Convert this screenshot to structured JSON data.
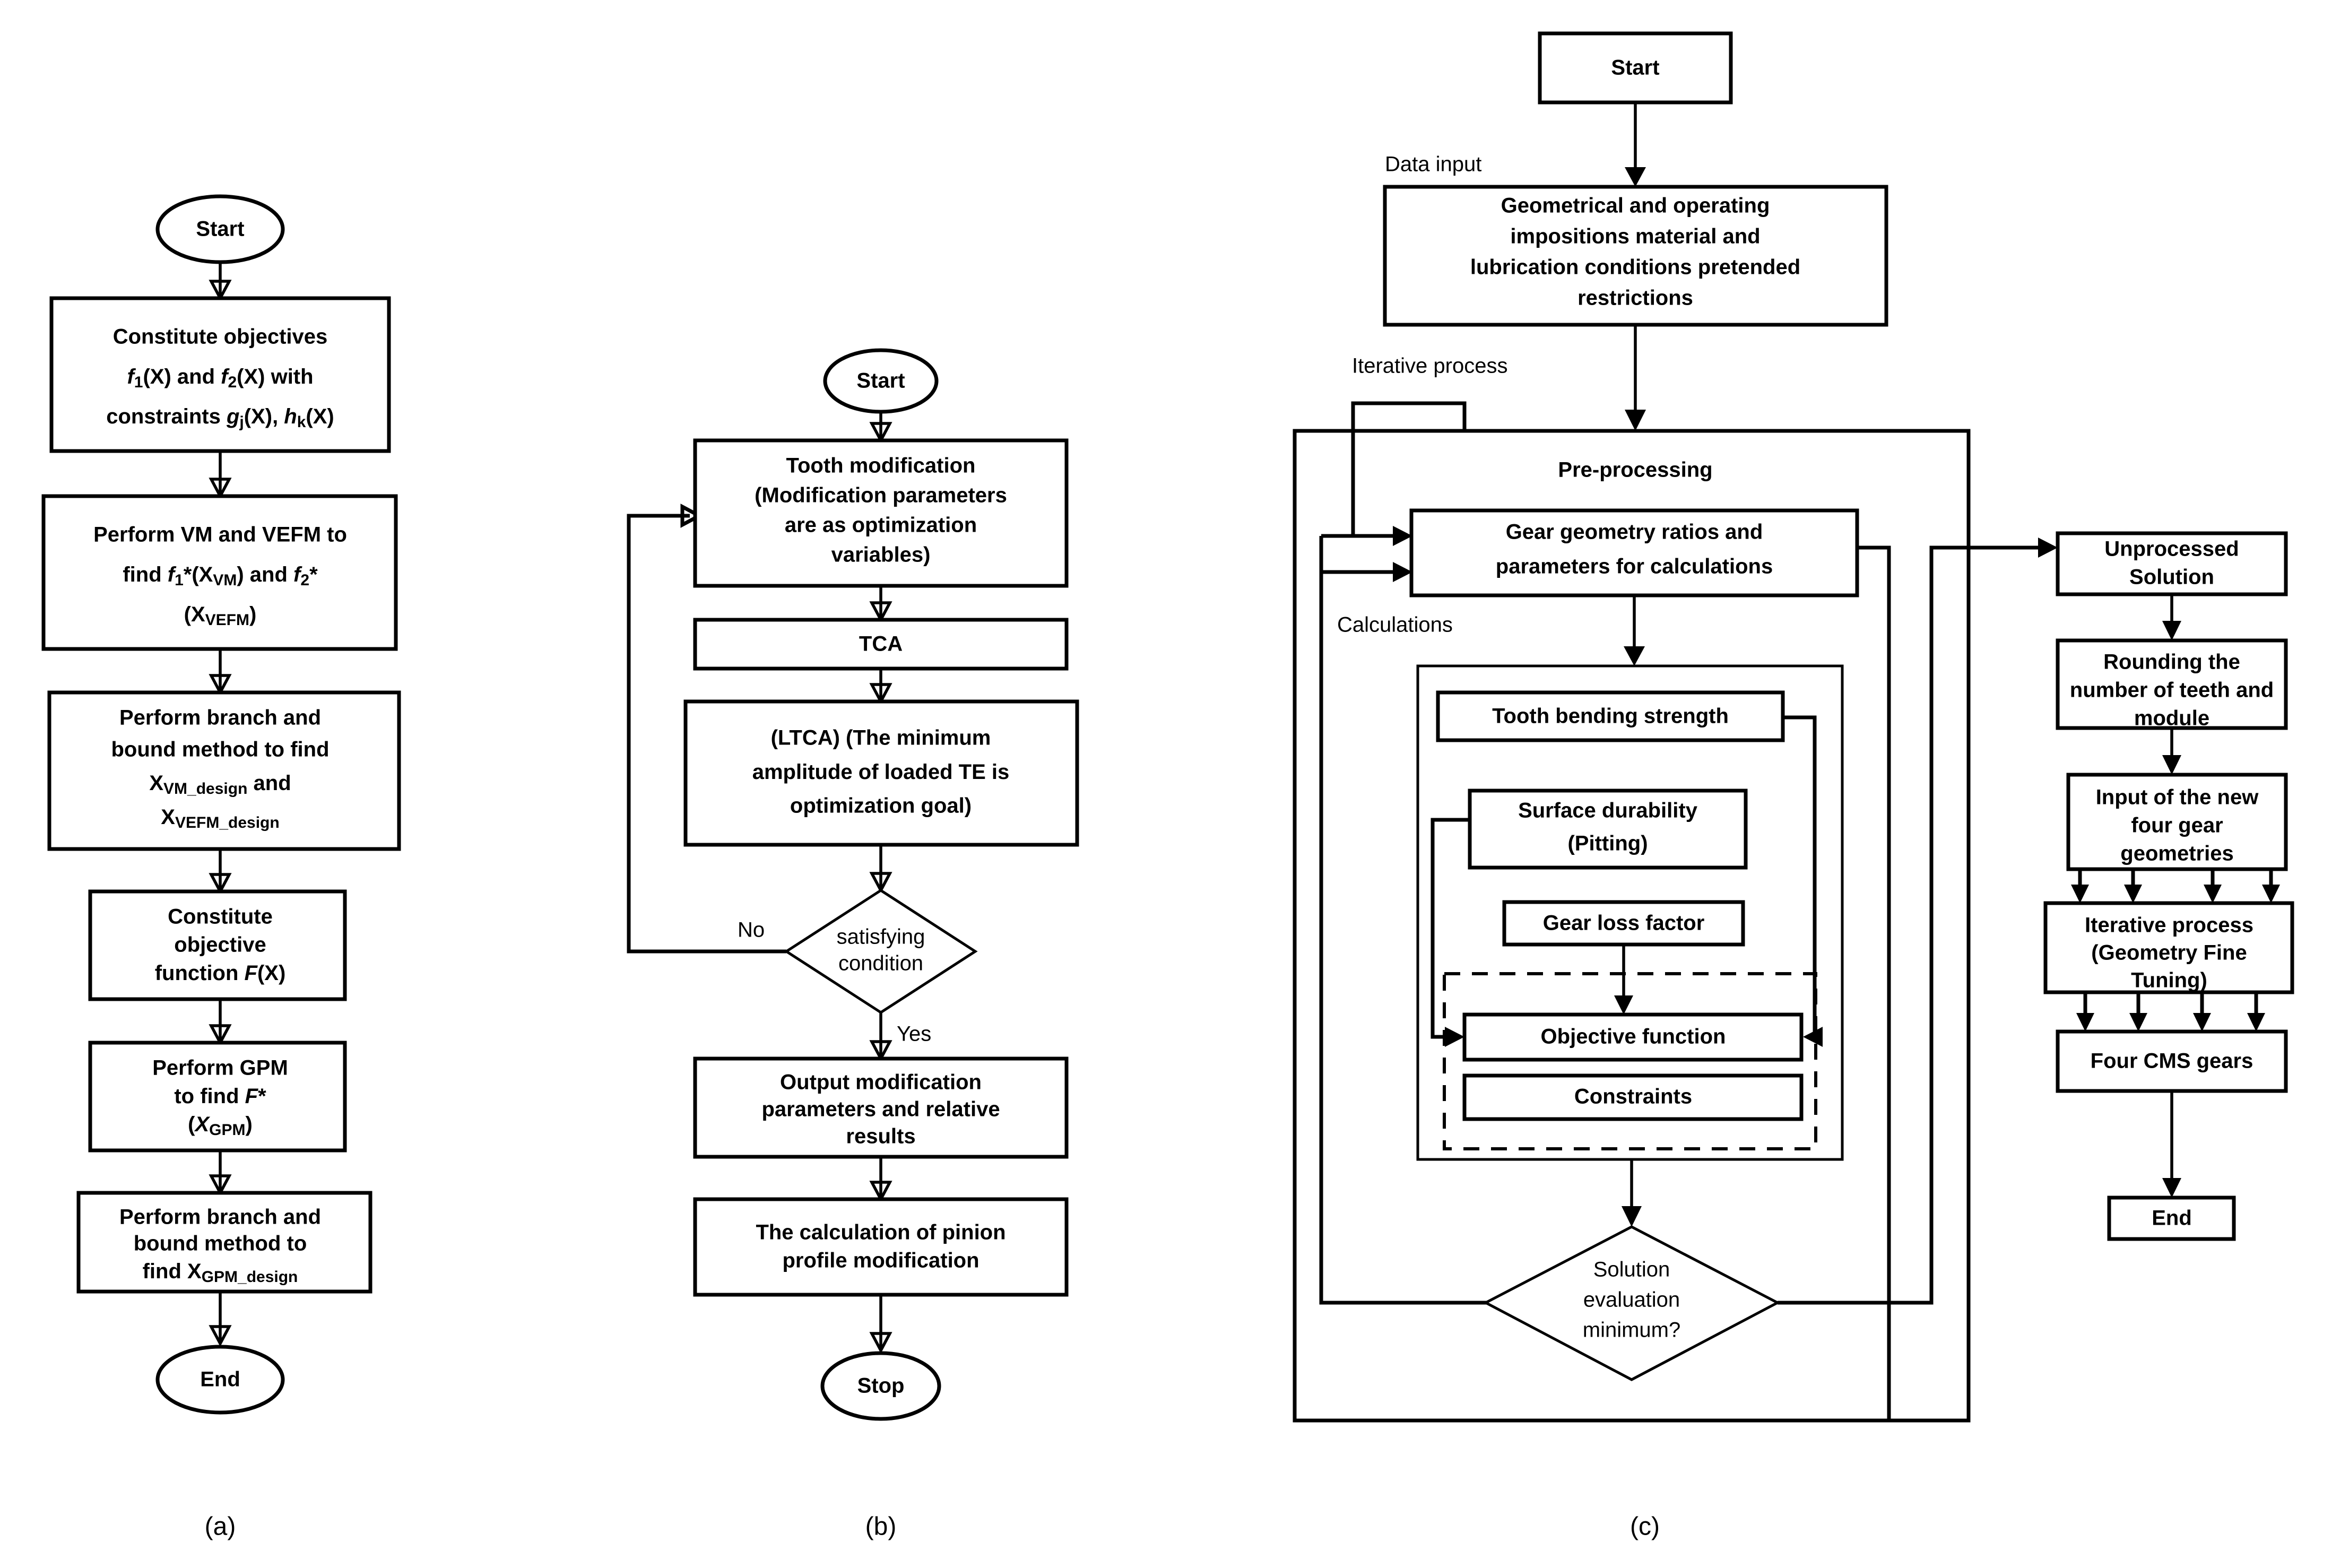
{
  "figure": {
    "panels": [
      {
        "id": "a",
        "label": "(a)"
      },
      {
        "id": "b",
        "label": "(b)"
      },
      {
        "id": "c",
        "label": "(c)"
      }
    ]
  },
  "panel_a": {
    "nodes": {
      "start": "Start",
      "constitute_objectives": {
        "line1": "Constitute objectives",
        "line2_pre": "f",
        "line2_sub1": "1",
        "line2_mid": "(X) and ",
        "line2_f2": "f",
        "line2_sub2": "2",
        "line2_post": "(X) with",
        "line3_pre": "constraints ",
        "line3_g": "g",
        "line3_subj": "j",
        "line3_mid": "(X), ",
        "line3_h": "h",
        "line3_subk": "k",
        "line3_post": "(X)"
      },
      "perform_vm_vefm": {
        "line1": "Perform VM and VEFM to",
        "line2_pre": "find ",
        "line2_f1": "f",
        "line2_sub1": "1",
        "line2_star": "*(X",
        "line2_subvm": "VM",
        "line2_mid": ") and ",
        "line2_f2": "f",
        "line2_sub2": "2",
        "line2_star2": "*",
        "line3_pre": "(X",
        "line3_sub": "VEFM",
        "line3_post": ")"
      },
      "branch_bound_1": {
        "line1": "Perform branch and",
        "line2": "bound method to find",
        "line3_pre": "X",
        "line3_sub": "VM_design",
        "line3_post": " and",
        "line4_pre": "X",
        "line4_sub": "VEFM_design"
      },
      "constitute_function": {
        "line1": "Constitute",
        "line2": "objective",
        "line3_pre": "function ",
        "line3_f": "F",
        "line3_post": "(X)"
      },
      "perform_gpm": {
        "line1": "Perform GPM",
        "line2_pre": "to find ",
        "line2_f": "F",
        "line2_star": "*",
        "line3_pre": "(",
        "line3_x": "X",
        "line3_sub": "GPM",
        "line3_post": ")"
      },
      "branch_bound_2": {
        "line1": "Perform branch and",
        "line2": "bound method to",
        "line3_pre": "find X",
        "line3_sub": "GPM_design"
      },
      "end": "End"
    }
  },
  "panel_b": {
    "nodes": {
      "start": "Start",
      "tooth_modification": {
        "line1": "Tooth modification",
        "line2": "(Modification parameters",
        "line3": "are as optimization",
        "line4": "variables)"
      },
      "tca": "TCA",
      "ltca": {
        "line1": "(LTCA) (The minimum",
        "line2_pre": "amplitude of loaded ",
        "line2_te": "TE",
        "line2_post": " is",
        "line3": "optimization goal)"
      },
      "decision": {
        "line1": "satisfying",
        "line2": "condition"
      },
      "output_modification": {
        "line1": "Output modification",
        "line2": "parameters and relative",
        "line3": "results"
      },
      "pinion_profile": {
        "line1": "The calculation of pinion",
        "line2": "profile modification"
      },
      "stop": "Stop"
    },
    "edge_labels": {
      "no": "No",
      "yes": "Yes"
    }
  },
  "panel_c": {
    "nodes": {
      "start": "Start",
      "data_input_box": {
        "line1": "Geometrical and operating",
        "line2": "impositions material and",
        "line3": "lubrication conditions pretended",
        "line4": "restrictions"
      },
      "gear_geometry": {
        "line1": "Gear geometry ratios and",
        "line2": "parameters for calculations"
      },
      "tooth_bending": "Tooth bending strength",
      "surface_durability": {
        "line1": "Surface durability",
        "line2": "(Pitting)"
      },
      "gear_loss_factor": "Gear loss factor",
      "objective_function": "Objective function",
      "constraints": "Constraints",
      "decision": {
        "line1": "Solution",
        "line2": "evaluation",
        "line3": "minimum?"
      },
      "unprocessed_solution": {
        "line1": "Unprocessed",
        "line2": "Solution"
      },
      "rounding": {
        "line1": "Rounding the",
        "line2": "number of teeth and",
        "line3": "module"
      },
      "input_new_geoms": {
        "line1": "Input of the new",
        "line2": "four gear",
        "line3": "geometries"
      },
      "iterative_fine_tuning": {
        "line1": "Iterative process",
        "line2": "(Geometry Fine",
        "line3": "Tuning)"
      },
      "four_cms_gears": "Four CMS gears",
      "end": "End"
    },
    "section_labels": {
      "data_input": "Data input",
      "iterative_process": "Iterative process",
      "pre_processing": "Pre-processing",
      "calculations": "Calculations"
    }
  },
  "colors": {
    "stroke": "#000000",
    "fill": "#ffffff",
    "background": "#ffffff"
  }
}
